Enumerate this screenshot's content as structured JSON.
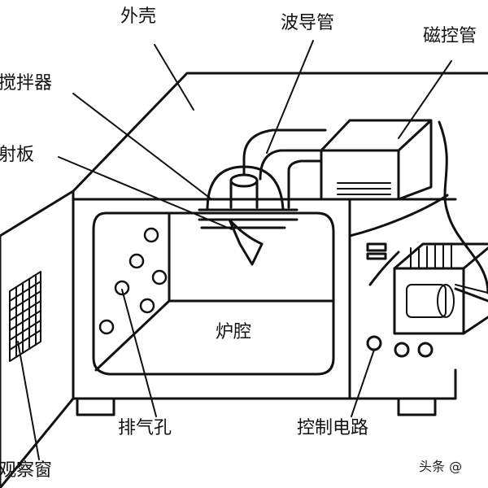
{
  "labels": {
    "shell": "外壳",
    "waveguide": "波导管",
    "magnetron": "磁控管",
    "stirrer": "搅拌器",
    "reflector": "射板",
    "cavity": "炉腔",
    "vent_holes": "排气孔",
    "control_circuit": "控制电路",
    "viewing_window": "观察窗"
  },
  "watermark": "头条 @",
  "colors": {
    "line": "#111111",
    "background": "#ffffff"
  }
}
